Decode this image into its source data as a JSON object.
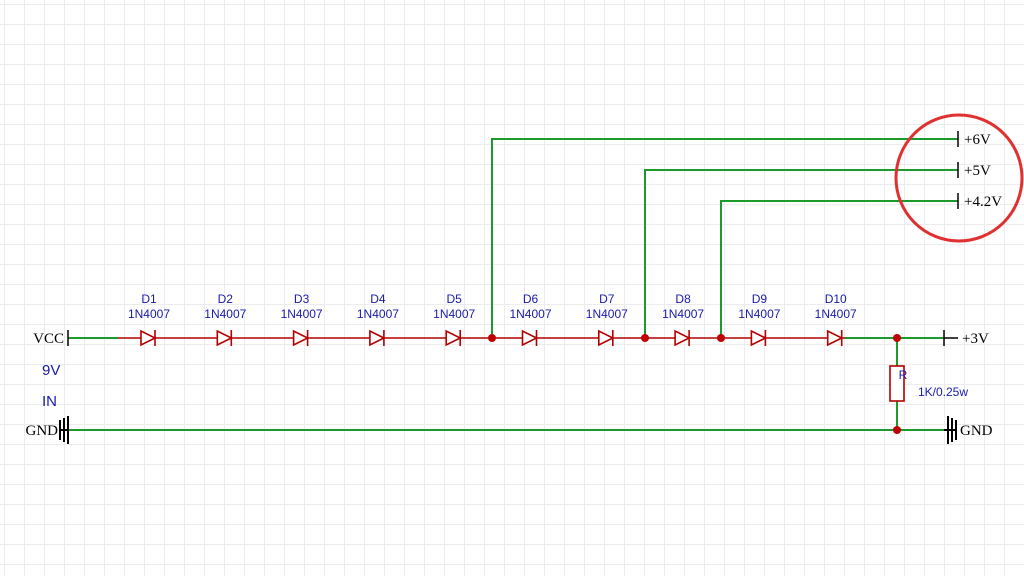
{
  "diagram": {
    "colors": {
      "wire": "#1d9a2c",
      "component": "#b40000",
      "junction": "#c00000",
      "label": "#1a1aa6",
      "net_label": "#000000",
      "highlight": "#e03030"
    },
    "nets": {
      "vcc": "VCC",
      "gnd_left": "GND",
      "gnd_right": "GND",
      "out_3v": "+3V",
      "out_6v": "+6V",
      "out_5v": "+5V",
      "out_4v2": "+4.2V"
    },
    "input_notes": {
      "line1": "9V",
      "line2": "IN"
    },
    "diodes": [
      {
        "ref": "D1",
        "part": "1N4007"
      },
      {
        "ref": "D2",
        "part": "1N4007"
      },
      {
        "ref": "D3",
        "part": "1N4007"
      },
      {
        "ref": "D4",
        "part": "1N4007"
      },
      {
        "ref": "D5",
        "part": "1N4007"
      },
      {
        "ref": "D6",
        "part": "1N4007"
      },
      {
        "ref": "D7",
        "part": "1N4007"
      },
      {
        "ref": "D8",
        "part": "1N4007"
      },
      {
        "ref": "D9",
        "part": "1N4007"
      },
      {
        "ref": "D10",
        "part": "1N4007"
      }
    ],
    "resistor": {
      "ref": "R",
      "value": "1K/0.25w"
    },
    "taps": [
      {
        "after": "D5",
        "net": "+6V"
      },
      {
        "after": "D7",
        "net": "+5V"
      },
      {
        "after": "D8",
        "net": "+4.2V"
      }
    ]
  }
}
